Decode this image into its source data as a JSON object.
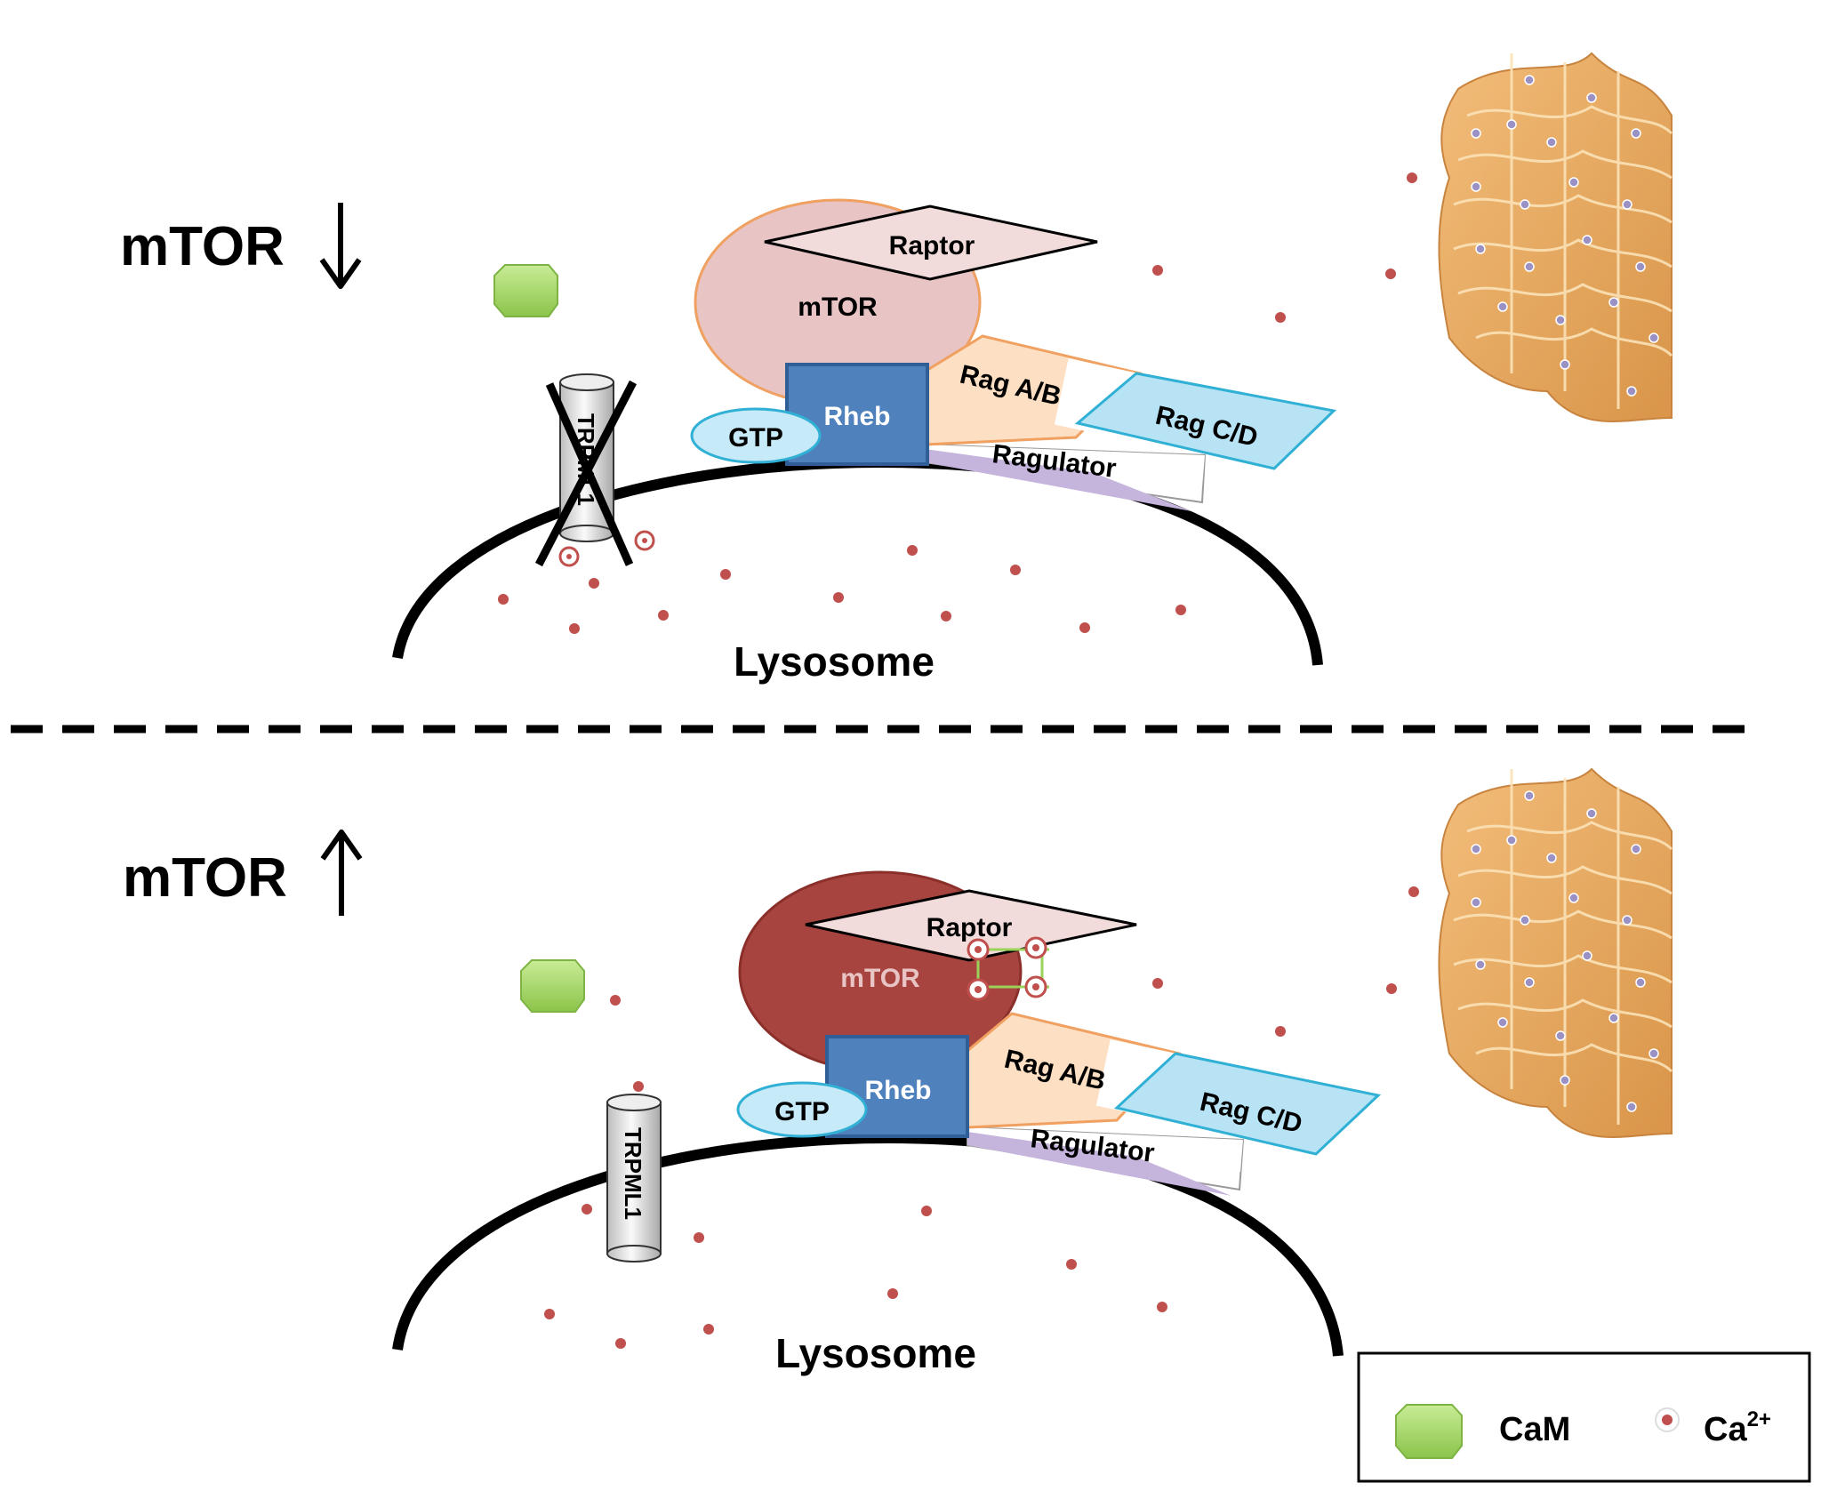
{
  "top_panel": {
    "mtor_status_label": "mTOR",
    "arrow_direction": "down",
    "mtor_label": "mTOR",
    "raptor_label": "Raptor",
    "rheb_label": "Rheb",
    "gtp_label": "GTP",
    "rag_ab_label": "Rag A/B",
    "rag_cd_label": "Rag C/D",
    "ragulator_label": "Ragulator",
    "trpml1_label": "TRPML1",
    "lysosome_label": "Lysosome",
    "trpml1_blocked": true
  },
  "bottom_panel": {
    "mtor_status_label": "mTOR",
    "arrow_direction": "up",
    "mtor_label": "mTOR",
    "raptor_label": "Raptor",
    "rheb_label": "Rheb",
    "gtp_label": "GTP",
    "rag_ab_label": "Rag A/B",
    "rag_cd_label": "Rag C/D",
    "ragulator_label": "Ragulator",
    "trpml1_label": "TRPML1",
    "lysosome_label": "Lysosome",
    "trpml1_blocked": false
  },
  "legend": {
    "cam_label": "CaM",
    "ca_label": "Ca",
    "ca_superscript": "2+"
  },
  "colors": {
    "calcium": "#c0504d",
    "cam_fill": "#9bd25a",
    "rheb_fill": "#4f81bd",
    "rag_cd_fill": "#b7e3f5",
    "rag_ab_fill": "#fde0c4",
    "mtor_inactive": "#e8c4c4",
    "mtor_active": "#a8443f",
    "raptor_fill": "#f2dcdb",
    "gtp_fill": "#c6eaf7",
    "ragulator_accent": "#c5b4dc",
    "er_fill": "#e8a95f"
  }
}
